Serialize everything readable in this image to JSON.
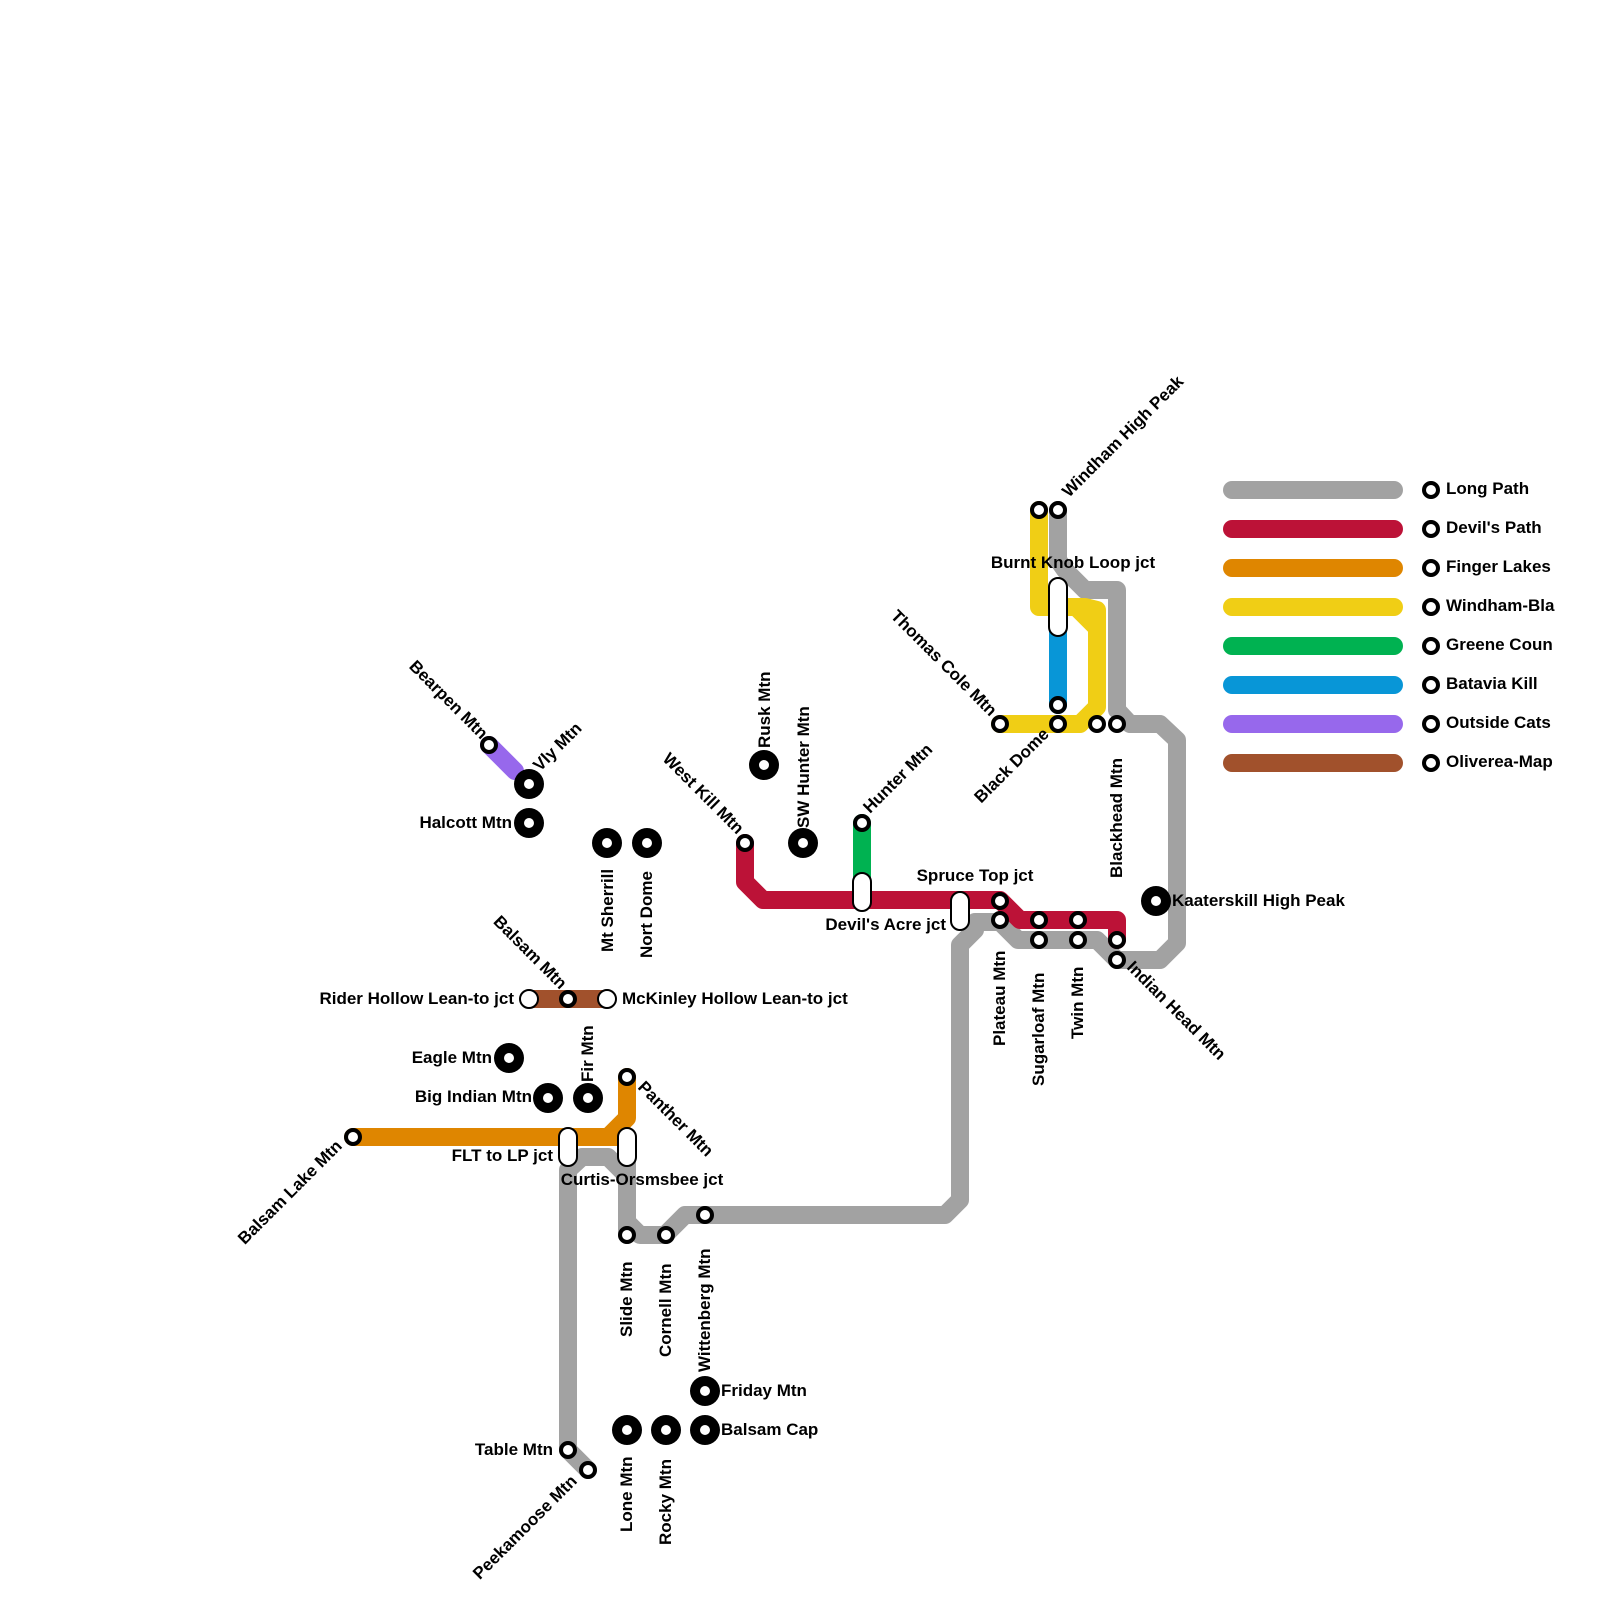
{
  "lines": {
    "long_path": {
      "name": "Long Path",
      "color": "#a2a2a2"
    },
    "devils_path": {
      "name": "Devil's Path",
      "color": "#bc1237"
    },
    "finger_lakes": {
      "name": "Finger Lakes",
      "color": "#df8600"
    },
    "windham": {
      "name": "Windham-Bla",
      "color": "#f0ce15"
    },
    "greene": {
      "name": "Greene Coun",
      "color": "#00b251"
    },
    "batavia": {
      "name": "Batavia Kill",
      "color": "#0896d7"
    },
    "outside": {
      "name": "Outside Cats",
      "color": "#9768ec"
    },
    "oliverea": {
      "name": "Oliverea-Map",
      "color": "#a1512c"
    }
  },
  "legend_order": [
    "long_path",
    "devils_path",
    "finger_lakes",
    "windham",
    "greene",
    "batavia",
    "outside",
    "oliverea"
  ],
  "stations": [
    {
      "label": "Bearpen Mtn"
    },
    {
      "label": "Vly Mtn"
    },
    {
      "label": "Halcott Mtn"
    },
    {
      "label": "Rusk Mtn"
    },
    {
      "label": "SW Hunter Mtn"
    },
    {
      "label": "West Kill Mtn"
    },
    {
      "label": "Hunter Mtn"
    },
    {
      "label": "Mt Sherrill"
    },
    {
      "label": "Nort Dome"
    },
    {
      "label": "Thomas Cole Mtn"
    },
    {
      "label": "Windham High Peak"
    },
    {
      "label": "Burnt Knob Loop jct"
    },
    {
      "label": "Black Dome"
    },
    {
      "label": "Blackhead Mtn"
    },
    {
      "label": "Spruce Top jct"
    },
    {
      "label": "Devil's Acre jct"
    },
    {
      "label": "Plateau Mtn"
    },
    {
      "label": "Sugarloaf Mtn"
    },
    {
      "label": "Twin Mtn"
    },
    {
      "label": "Indian Head Mtn"
    },
    {
      "label": "Kaaterskill High Peak"
    },
    {
      "label": "Rider Hollow Lean-to jct"
    },
    {
      "label": "McKinley Hollow Lean-to jct"
    },
    {
      "label": "Balsam Mtn"
    },
    {
      "label": "Fir Mtn"
    },
    {
      "label": "Eagle Mtn"
    },
    {
      "label": "Big Indian Mtn"
    },
    {
      "label": "Balsam Lake Mtn"
    },
    {
      "label": "FLT to LP jct"
    },
    {
      "label": "Curtis-Orsmsbee jct"
    },
    {
      "label": "Panther Mtn"
    },
    {
      "label": "Slide Mtn"
    },
    {
      "label": "Cornell Mtn"
    },
    {
      "label": "Wittenberg Mtn"
    },
    {
      "label": "Friday Mtn"
    },
    {
      "label": "Balsam Cap"
    },
    {
      "label": "Table Mtn"
    },
    {
      "label": "Peekamoose Mtn"
    },
    {
      "label": "Lone Mtn"
    },
    {
      "label": "Rocky Mtn"
    }
  ]
}
